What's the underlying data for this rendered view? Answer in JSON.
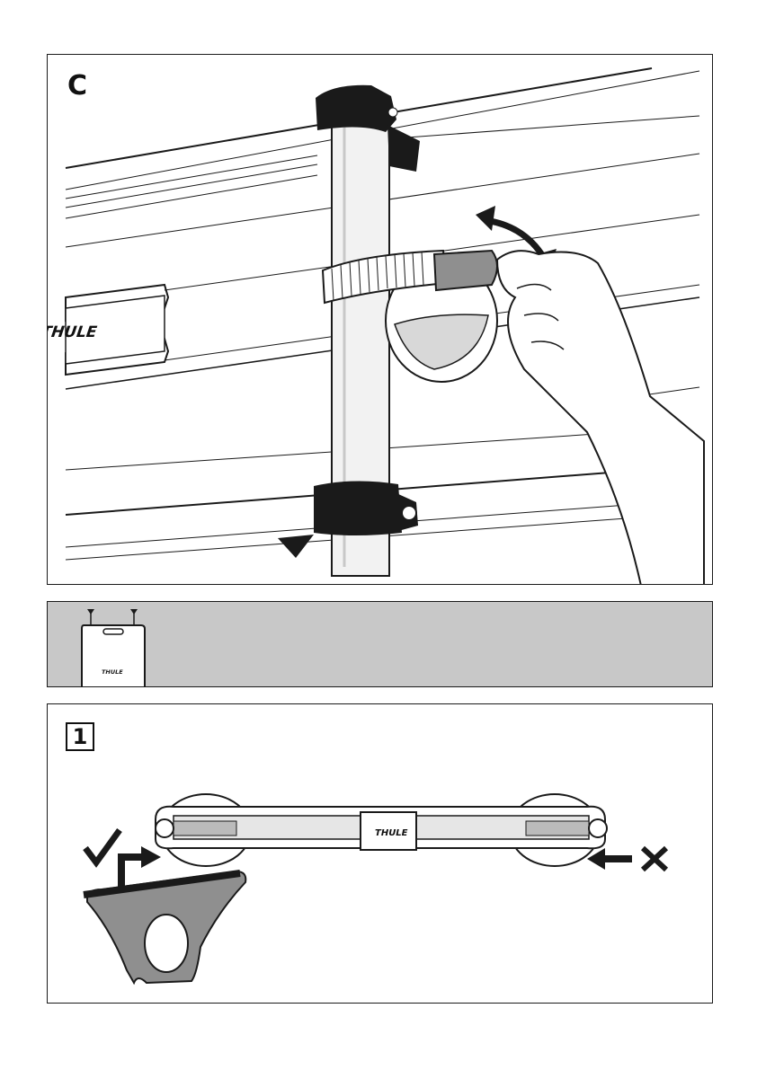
{
  "step_c": {
    "letter": "C"
  },
  "step_1": {
    "number": "1"
  },
  "brand": {
    "name": "THULE",
    "bag_name": "THULE"
  },
  "colors": {
    "stroke": "#1a1a1a",
    "tool_band": "#c8c8c8",
    "part_gray": "#8f8f8f",
    "pole": "#f0f0f0"
  },
  "icons": [
    "ratchet-strap-icon",
    "rotate-arrow-icon",
    "check-icon",
    "cross-icon",
    "arrow-icon",
    "tool-bag-icon"
  ]
}
